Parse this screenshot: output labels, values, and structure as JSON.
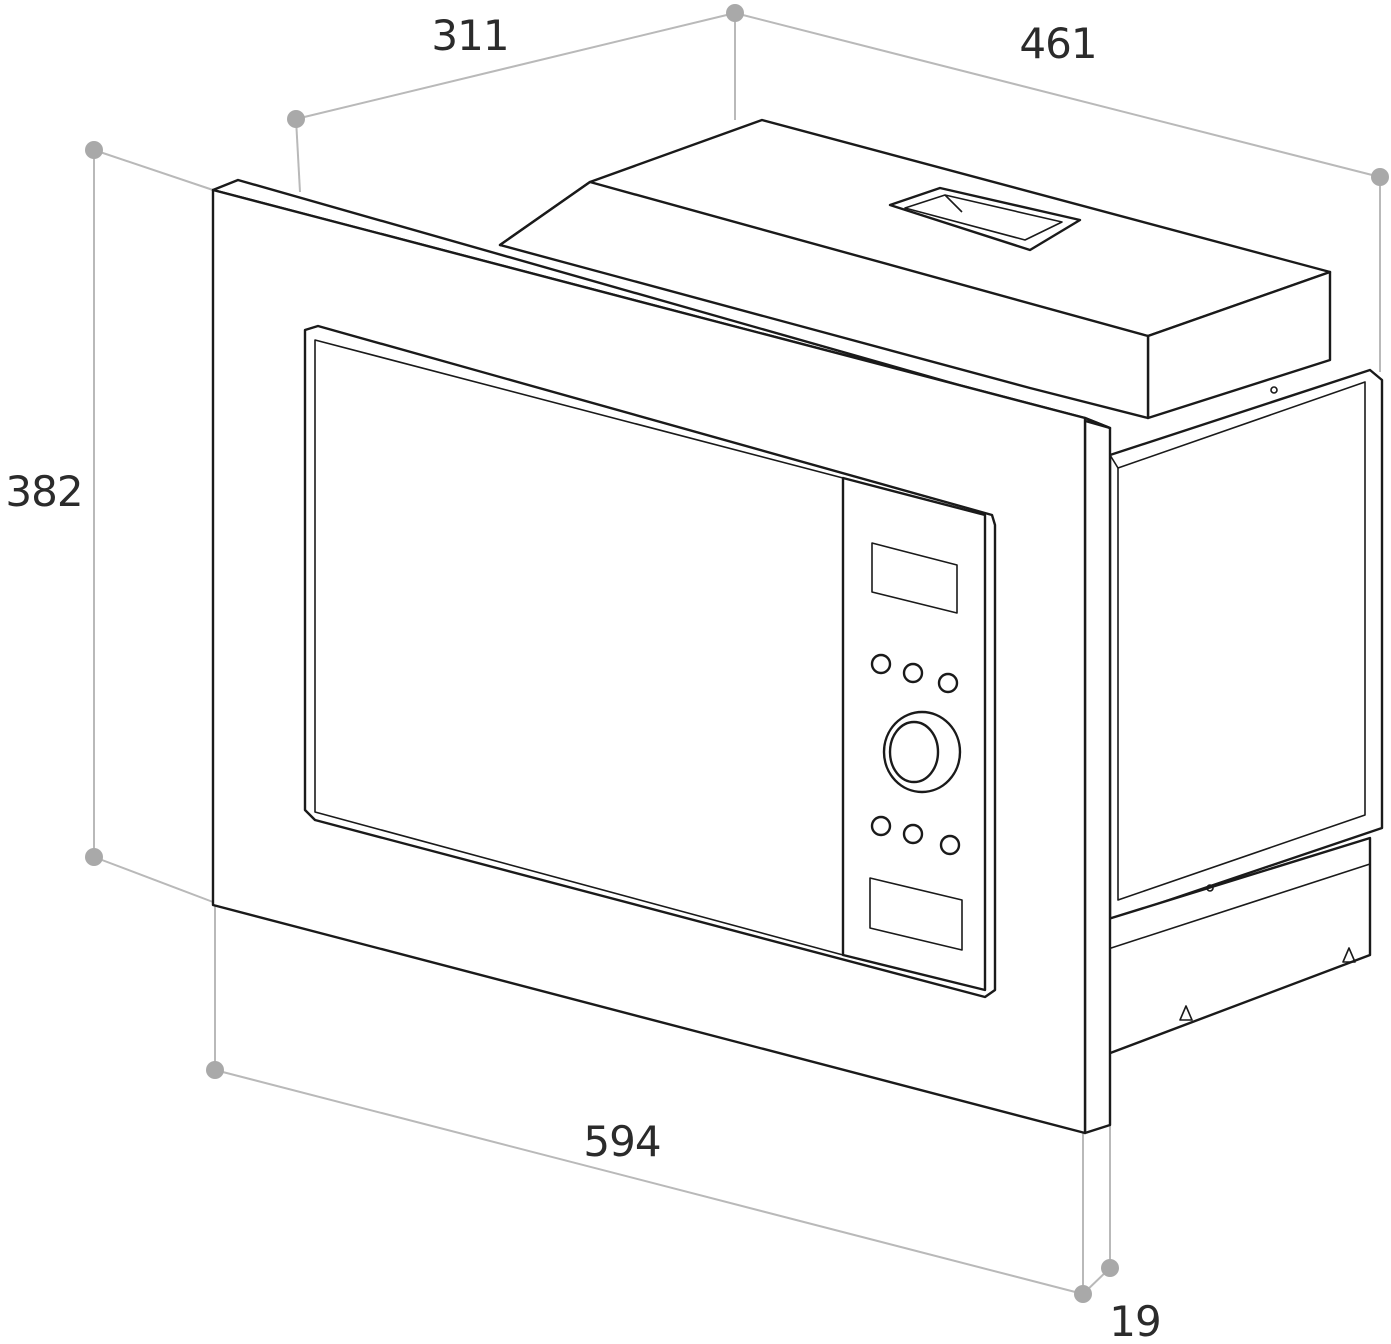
{
  "diagram": {
    "dimensions": {
      "depth_top": "311",
      "width_top": "461",
      "height": "382",
      "width_front": "594",
      "frame_depth": "19"
    },
    "colors": {
      "outline": "#1a1a1a",
      "dimension_line": "#b9b9b9",
      "dimension_dot": "#a9a9a9",
      "label": "#2b2b2b",
      "background": "#ffffff"
    },
    "icons": [
      "dimension-dot",
      "control-button",
      "control-knob",
      "display-window"
    ]
  }
}
